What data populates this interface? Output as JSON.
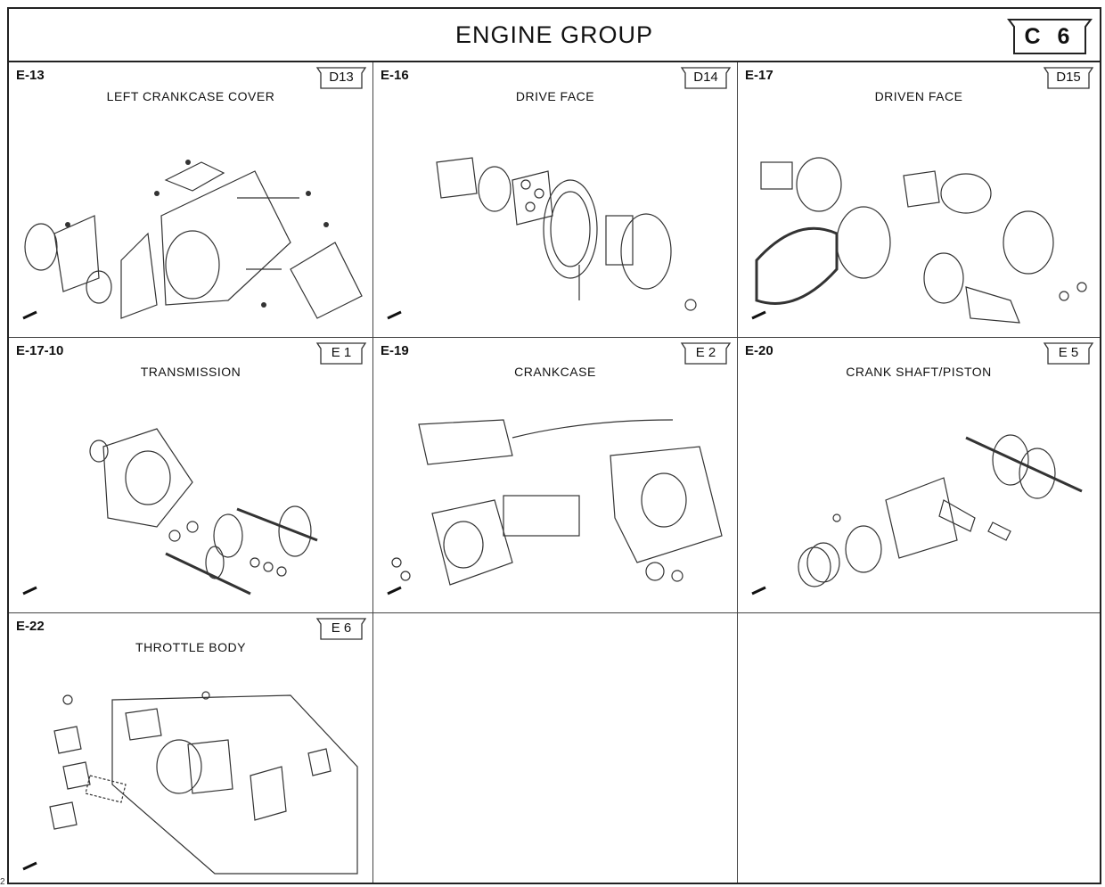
{
  "page": {
    "title": "ENGINE  GROUP",
    "section_code": "C 6",
    "edge_number": "2"
  },
  "sections": [
    {
      "code": "E-13",
      "name": "LEFT  CRANKCASE  COVER",
      "ref": "D13"
    },
    {
      "code": "E-16",
      "name": "DRIVE  FACE",
      "ref": "D14"
    },
    {
      "code": "E-17",
      "name": "DRIVEN  FACE",
      "ref": "D15"
    },
    {
      "code": "E-17-10",
      "name": "TRANSMISSION",
      "ref": "E 1"
    },
    {
      "code": "E-19",
      "name": "CRANKCASE",
      "ref": "E 2"
    },
    {
      "code": "E-20",
      "name": "CRANK  SHAFT/PISTON",
      "ref": "E 5"
    },
    {
      "code": "E-22",
      "name": "THROTTLE  BODY",
      "ref": "E 6"
    }
  ]
}
